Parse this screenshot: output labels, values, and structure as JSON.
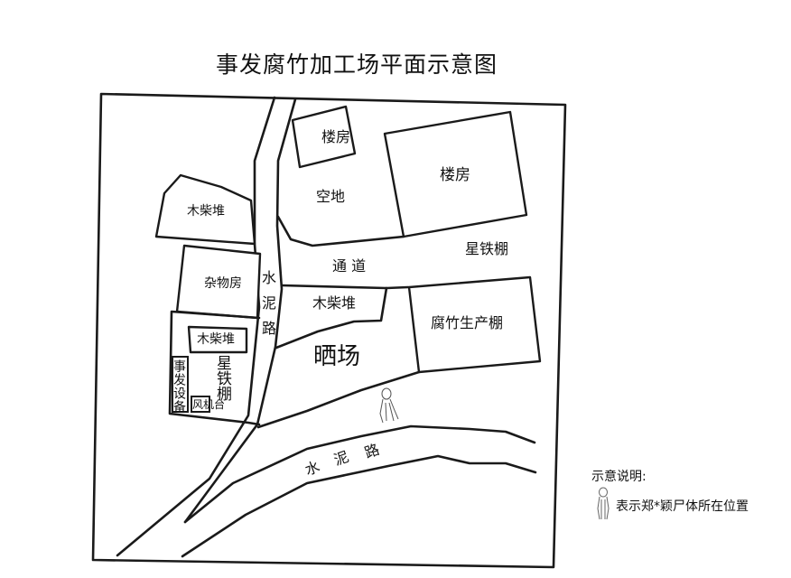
{
  "title": "事发腐竹加工场平面示意图",
  "labels": {
    "building_small": "楼房",
    "building_large": "楼房",
    "open_space": "空地",
    "shed_star_iron_right": "星铁棚",
    "passage": "通 道",
    "firewood_top_left": "木柴堆",
    "storage_room": "杂物房",
    "firewood_inner": "木柴堆",
    "firewood_center": "木柴堆",
    "drying_yard": "晒场",
    "production_shed": "腐竹生产棚",
    "equipment": "事发设备",
    "star_iron_shed_left": "星铁棚",
    "fan_platform": "风机台",
    "cement_road_vertical": "水泥路",
    "cement_road_horizontal": [
      "水",
      "泥",
      "路"
    ]
  },
  "legend": {
    "heading": "示意说明:",
    "icon": "person-figure-icon",
    "text": "表示郑*颖尸体所在位置"
  },
  "colors": {
    "line": "#1a1a1a",
    "bamboo": "#9a9a9a",
    "background": "#ffffff"
  }
}
